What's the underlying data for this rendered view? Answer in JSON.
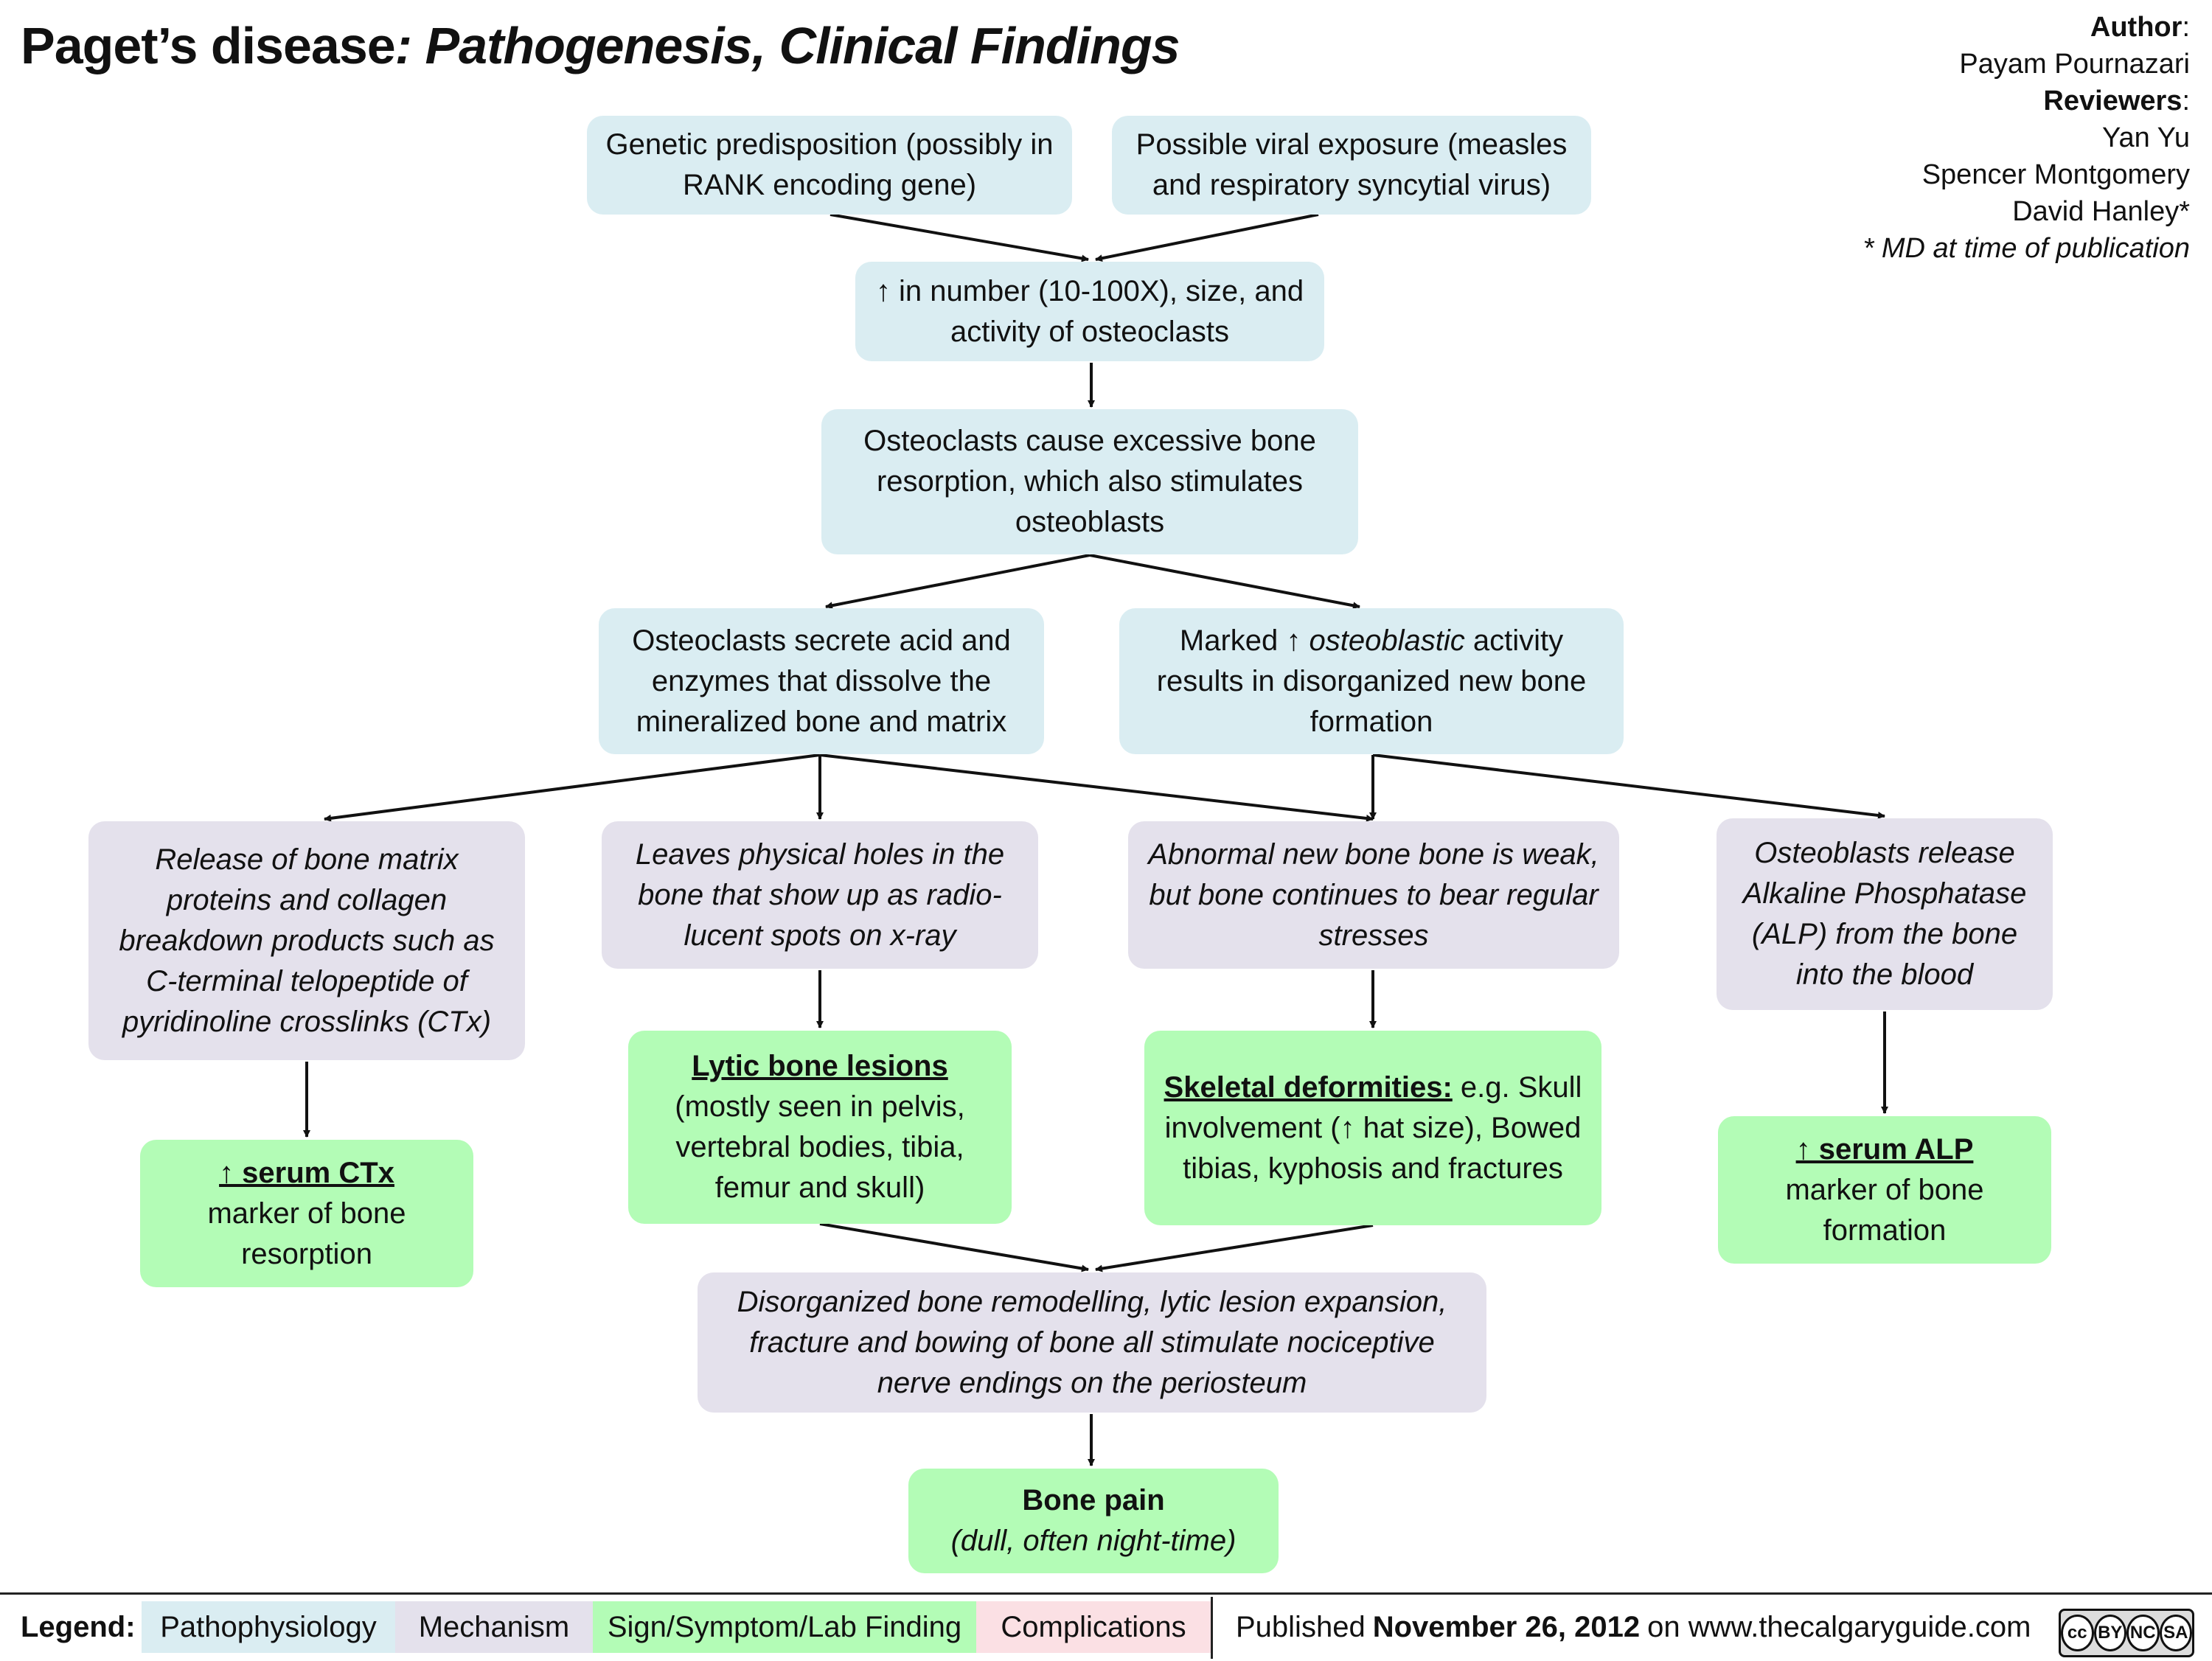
{
  "title": {
    "main": "Paget’s disease",
    "sub": ": Pathogenesis, Clinical Findings"
  },
  "credits": {
    "author_label": "Author",
    "author": "Payam Pournazari",
    "reviewers_label": "Reviewers",
    "reviewers": [
      "Yan Yu",
      "Spencer Montgomery",
      "David Hanley*"
    ],
    "note": "* MD at time of publication"
  },
  "nodes": {
    "genetic": "Genetic predisposition (possibly in RANK encoding gene)",
    "viral": "Possible viral exposure (measles and respiratory syncytial virus)",
    "osteoclast_increase": "↑ in number (10-100X), size, and activity of osteoclasts",
    "resorption": "Osteoclasts cause excessive bone resorption, which also stimulates osteoblasts",
    "acid": "Osteoclasts secrete acid and enzymes that dissolve the mineralized bone and matrix",
    "osteoblastic_pre": "Marked ↑ ",
    "osteoblastic_em": "osteoblastic",
    "osteoblastic_post": " activity results in disorganized new bone formation",
    "release_matrix": "Release of bone matrix proteins and collagen breakdown products such as C-terminal telopeptide of pyridinoline crosslinks (CTx)",
    "holes": "Leaves physical holes in the bone that show up as radio-lucent spots on x-ray",
    "weak_bone": "Abnormal new bone bone is weak, but bone continues to bear regular stresses",
    "alp_release": "Osteoblasts release Alkaline Phosphatase (ALP) from the bone into the blood",
    "ctx_title": "↑ serum  CTx",
    "ctx_text": "marker of bone resorption",
    "lytic_title": "Lytic bone lesions",
    "lytic_text": "(mostly seen in pelvis, vertebral bodies, tibia, femur and skull)",
    "skeletal_title": "Skeletal deformities:",
    "skeletal_text": " e.g. Skull involvement (↑ hat size), Bowed tibias, kyphosis and fractures",
    "alp_title": "↑ serum ALP",
    "alp_text": "marker of bone formation",
    "nociceptive": "Disorganized bone remodelling, lytic lesion expansion, fracture and bowing of bone all stimulate nociceptive nerve endings on the periosteum",
    "pain_title": "Bone pain",
    "pain_text": "(dull, often night-time)"
  },
  "legend": {
    "label": "Legend:",
    "items": [
      "Pathophysiology",
      "Mechanism",
      "Sign/Symptom/Lab Finding",
      "Complications"
    ],
    "colors": [
      "#daedf2",
      "#e4e1ec",
      "#b3fcb6",
      "#fbe0e4"
    ]
  },
  "footer": {
    "pre": "Published ",
    "date": "November 26, 2012",
    "post": " on www.thecalgaryguide.com"
  },
  "license": {
    "icons": [
      "cc",
      "by",
      "nc",
      "sa"
    ],
    "labels": [
      "BY",
      "NC",
      "SA"
    ]
  }
}
